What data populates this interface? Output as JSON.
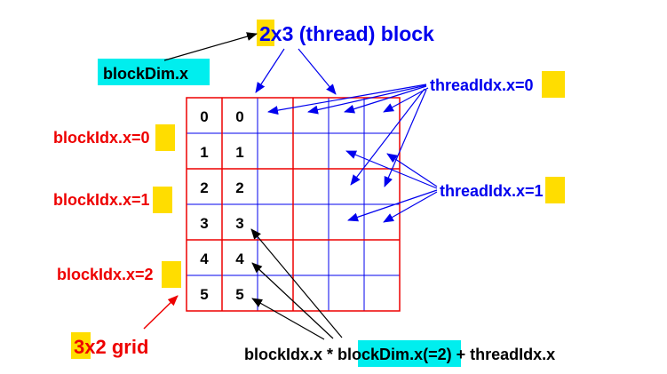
{
  "title": {
    "hl": "2",
    "rest": "x3 (thread) block"
  },
  "block_dim_label": "blockDim.x",
  "thread_idx_0": {
    "text": "threadIdx.x=",
    "hl": "0"
  },
  "thread_idx_1": {
    "text": "threadIdx.x=",
    "hl": "1"
  },
  "block_idx_labels": [
    {
      "text": "blockIdx.x=",
      "hl": "0"
    },
    {
      "text": "blockIdx.x=",
      "hl": "1"
    },
    {
      "text": "blockIdx.x=",
      "hl": "2"
    }
  ],
  "grid_label": {
    "hl": "3",
    "rest": "x2 grid"
  },
  "cell_values": [
    [
      "0",
      "0"
    ],
    [
      "1",
      "1"
    ],
    [
      "2",
      "2"
    ],
    [
      "3",
      "3"
    ],
    [
      "4",
      "4"
    ],
    [
      "5",
      "5"
    ]
  ],
  "formula": {
    "part1": "blockIdx.x * ",
    "hl": "blockDim.x",
    "part2": "(=2) + threadIdx.x"
  },
  "colors": {
    "blue": "#0000ee",
    "red": "#ee0000",
    "yellow": "#ffdd00",
    "cyan": "#00eeee",
    "black": "#000000"
  }
}
